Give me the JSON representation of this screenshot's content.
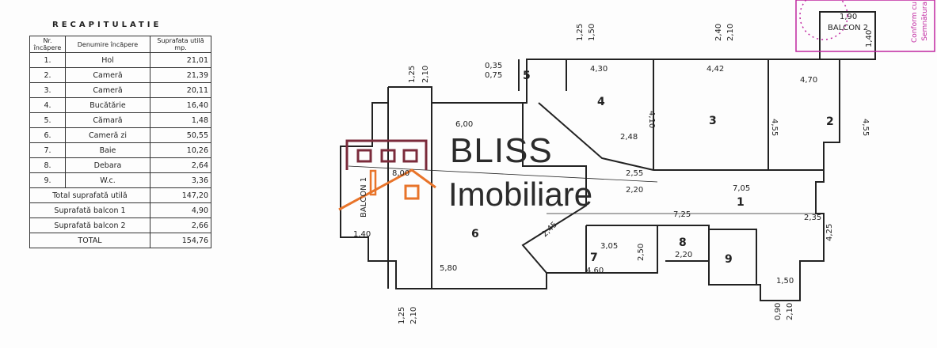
{
  "recap": {
    "title": "RECAPITULATIE",
    "headers": [
      "Nr. încăpere",
      "Denumire încăpere",
      "Suprafata utilă mp."
    ],
    "rows": [
      {
        "nr": "1.",
        "name": "Hol",
        "area": "21,01"
      },
      {
        "nr": "2.",
        "name": "Cameră",
        "area": "21,39"
      },
      {
        "nr": "3.",
        "name": "Cameră",
        "area": "20,11"
      },
      {
        "nr": "4.",
        "name": "Bucătărie",
        "area": "16,40"
      },
      {
        "nr": "5.",
        "name": "Cămară",
        "area": "1,48"
      },
      {
        "nr": "6.",
        "name": "Cameră zi",
        "area": "50,55"
      },
      {
        "nr": "7.",
        "name": "Baie",
        "area": "10,26"
      },
      {
        "nr": "8.",
        "name": "Debara",
        "area": "2,64"
      },
      {
        "nr": "9.",
        "name": "W.c.",
        "area": "3,36"
      }
    ],
    "totals": [
      {
        "label": "Total suprafată utilă",
        "area": "147,20"
      },
      {
        "label": "Suprafată balcon 1",
        "area": "4,90"
      },
      {
        "label": "Suprafată balcon 2",
        "area": "2,66"
      },
      {
        "label": "TOTAL",
        "area": "154,76"
      }
    ]
  },
  "brand": {
    "line1": "BLISS",
    "line2": "Imobiliare",
    "logo_dark": "#7a2a3a",
    "logo_orange": "#e8742a"
  },
  "stamp": {
    "text1": "Conform cu",
    "text2": "Semnătura",
    "color": "#c026a0"
  },
  "plan": {
    "rooms": [
      "1",
      "2",
      "3",
      "4",
      "5",
      "6",
      "7",
      "8",
      "9"
    ],
    "balcony1": "BALCON 1",
    "balcony2": "BALCON 2",
    "dims": [
      "6,00",
      "8,00",
      "5,80",
      "4,30",
      "4,42",
      "4,70",
      "4,10",
      "4,55",
      "4,55",
      "7,05",
      "7,25",
      "2,35",
      "2,55",
      "2,20",
      "3,05",
      "4,60",
      "2,20",
      "1,50",
      "1,40",
      "2,48",
      "1,90",
      "1,40",
      "0,35",
      "0,75",
      "1,25",
      "2,10",
      "1,25",
      "1,50",
      "2,40",
      "2,10",
      "4,25",
      "2,45",
      "2,50",
      "1,25",
      "2,10",
      "0,90",
      "2,10"
    ]
  }
}
